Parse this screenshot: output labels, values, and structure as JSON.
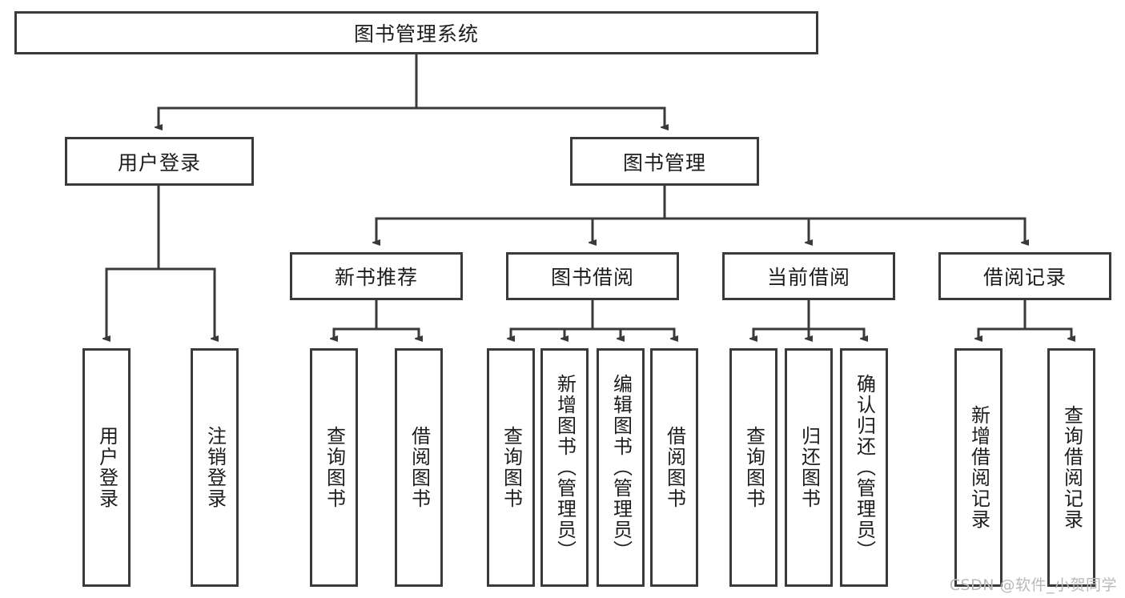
{
  "diagram": {
    "type": "tree",
    "title": "图书管理系统",
    "root": {
      "label": "图书管理系统"
    },
    "level1": [
      {
        "label": "用户登录"
      },
      {
        "label": "图书管理"
      }
    ],
    "level2": [
      {
        "label": "新书推荐"
      },
      {
        "label": "图书借阅"
      },
      {
        "label": "当前借阅"
      },
      {
        "label": "借阅记录"
      }
    ],
    "leaves": {
      "user_login": [
        {
          "label": "用户登录"
        },
        {
          "label": "注销登录"
        }
      ],
      "new_book": [
        {
          "label": "查询图书"
        },
        {
          "label": "借阅图书"
        }
      ],
      "borrow_book": [
        {
          "label": "查询图书"
        },
        {
          "label": "新增图书（管理员）"
        },
        {
          "label": "编辑图书（管理员）"
        },
        {
          "label": "借阅图书"
        }
      ],
      "current_borrow": [
        {
          "label": "查询图书"
        },
        {
          "label": "归还图书"
        },
        {
          "label": "确认归还（管理员）"
        }
      ],
      "borrow_record": [
        {
          "label": "新增借阅记录"
        },
        {
          "label": "查询借阅记录"
        }
      ]
    }
  },
  "watermark": {
    "text": "CSDN @软件_小贺同学"
  },
  "colors": {
    "stroke": "#3a3a3a",
    "text": "#1d1d1d",
    "background": "#ffffff",
    "watermark": "#b9b9b9"
  }
}
